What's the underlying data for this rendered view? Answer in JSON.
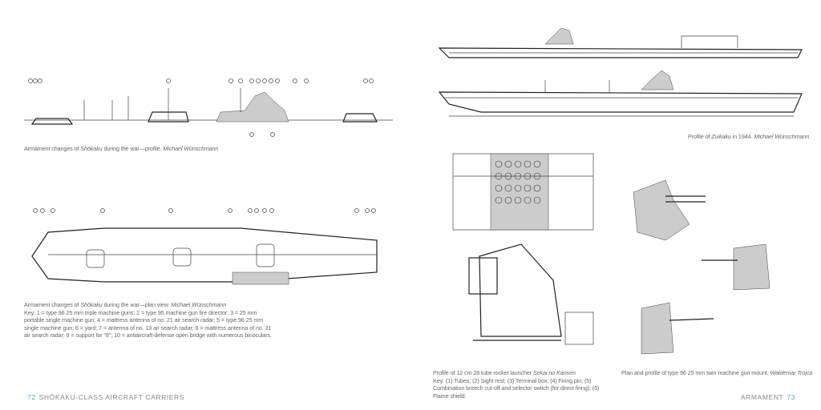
{
  "left_page": {
    "profile_caption": {
      "text": "Armament changes of ",
      "ship": "Shōkaku",
      "rest": " during the war—profile. ",
      "credit": "Michael Wünschmann"
    },
    "plan_caption": {
      "text": "Armament changes of ",
      "ship": "Shōkaku",
      "rest": " during the war—plan view. ",
      "credit": "Michael Wünschmann",
      "key": "Key: 1 = type 96 25 mm triple machine guns; 2 = type 95 machine gun fire director; 3 = 25 mm portable single machine gun; 4 = mattress antenna of no. 21 air search radar; 5 = type 96 25 mm single machine gun; 6 = yard; 7 = antenna of no. 13 air search radar; 8 = mattress antenna of no. 21 air search radar; 9 = support for \"8\"; 10 = antiaircraft-defense open bridge with numerous binoculars"
    },
    "folio": {
      "page_number": "72",
      "running_head": "SHŌKAKU-CLASS AIRCRAFT CARRIERS"
    }
  },
  "right_page": {
    "zuikaku_caption": {
      "text": "Profile of ",
      "ship": "Zuikaku",
      "rest": " in 1944. ",
      "credit": "Michael Wünschmann"
    },
    "rocket_caption": {
      "text": "Profile of 12 cm 28 tube rocket launcher ",
      "credit": "Sekai no Kansen",
      "key": "Key: (1) Tubes; (2) Sight rest; (3) Terminal box; (4) Firing pin; (5) Combination breech cut-off and selector switch (for direct firing); (6) Flame shield."
    },
    "gun_caption": {
      "text": "Plan and profile of type 96 25 mm twin machine gun mount. ",
      "credit": "Waldemar Trojca"
    },
    "folio": {
      "page_number": "73",
      "running_head": "ARMAMENT"
    }
  },
  "colors": {
    "folio_number": "#5aa7c2",
    "text": "#666666"
  }
}
